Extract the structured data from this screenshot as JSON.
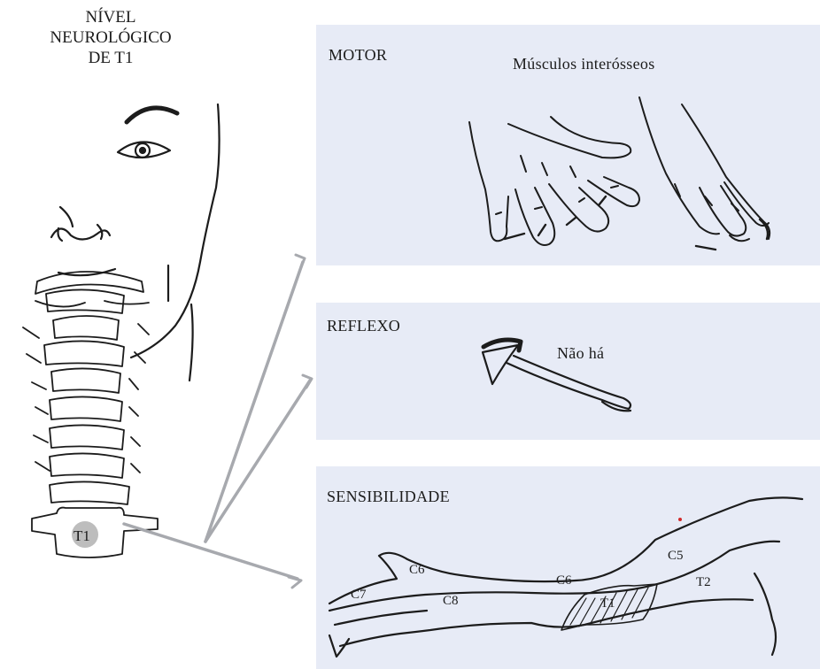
{
  "title": {
    "line1": "NÍVEL",
    "line2": "NEUROLÓGICO",
    "line3": "DE T1"
  },
  "vertebra_label": "T1",
  "panels": {
    "motor": {
      "heading": "MOTOR",
      "subtitle": "Músculos interósseos"
    },
    "reflex": {
      "heading": "REFLEXO",
      "note": "Não há"
    },
    "sensory": {
      "heading": "SENSIBILIDADE",
      "dermatomes": [
        "C6",
        "C7",
        "C8",
        "C6",
        "T1",
        "C5",
        "T2"
      ]
    }
  },
  "colors": {
    "panel": "#e7ebf6",
    "ink": "#1c1c1c",
    "arrow": "#a7a9ae",
    "vertebra_highlight": "#bdbdbd"
  }
}
